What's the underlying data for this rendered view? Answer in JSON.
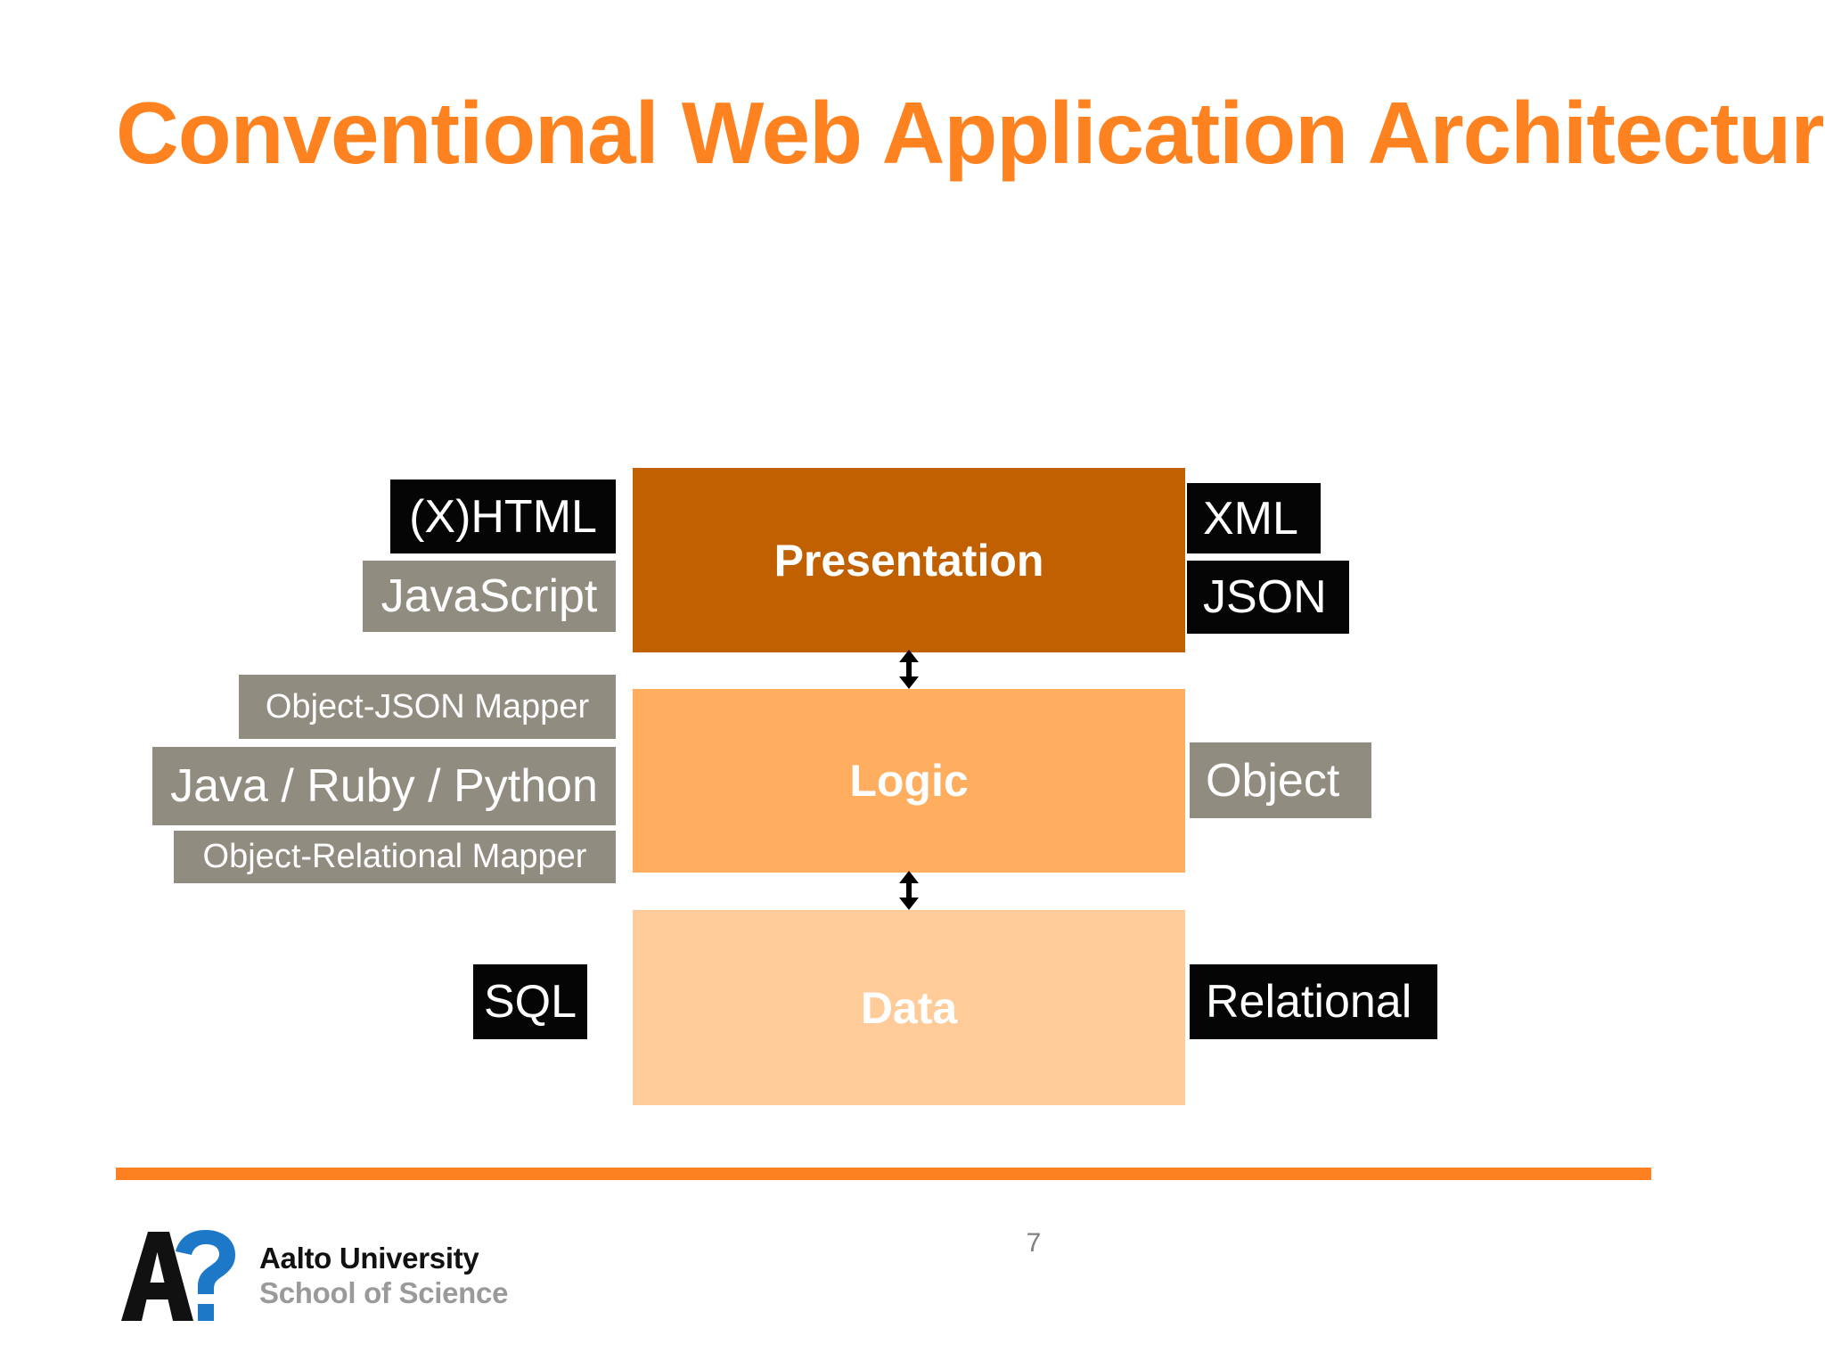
{
  "slide": {
    "title": "Conventional Web Application Architecture",
    "page_number": "7",
    "title_color": "#FF8220",
    "rule_color": "#FD8021",
    "background": "#FFFFFF"
  },
  "diagram": {
    "tiers": [
      {
        "label": "Presentation",
        "color": "#C06000"
      },
      {
        "label": "Logic",
        "color": "#FFAD5F"
      },
      {
        "label": "Data",
        "color": "#FFCC99"
      }
    ],
    "connectors": [
      {
        "name": "presentation-logic",
        "type": "double-arrow"
      },
      {
        "name": "logic-data",
        "type": "double-arrow"
      }
    ],
    "left_labels": [
      {
        "label": "(X)HTML",
        "style": "black",
        "tier": "Presentation"
      },
      {
        "label": "JavaScript",
        "style": "gray",
        "tier": "Presentation"
      },
      {
        "label": "Object-JSON Mapper",
        "style": "gray",
        "tier": "Logic"
      },
      {
        "label": "Java / Ruby / Python",
        "style": "gray",
        "tier": "Logic"
      },
      {
        "label": "Object-Relational Mapper",
        "style": "gray",
        "tier": "Logic"
      },
      {
        "label": "SQL",
        "style": "black",
        "tier": "Data"
      }
    ],
    "right_labels": [
      {
        "label": "XML",
        "style": "black",
        "tier": "Presentation"
      },
      {
        "label": "JSON",
        "style": "black",
        "tier": "Presentation"
      },
      {
        "label": "Object",
        "style": "gray",
        "tier": "Logic"
      },
      {
        "label": "Relational",
        "style": "black",
        "tier": "Data"
      }
    ],
    "chip_colors": {
      "black": "#050505",
      "gray": "#918C80",
      "text": "#FFFFFF"
    }
  },
  "footer": {
    "logo_mark": "aalto-a-question-mark",
    "organization": "Aalto University",
    "unit": "School of Science",
    "logo_black": "#111111",
    "logo_blue": "#1E78C8",
    "unit_color": "#9A9A9A"
  }
}
